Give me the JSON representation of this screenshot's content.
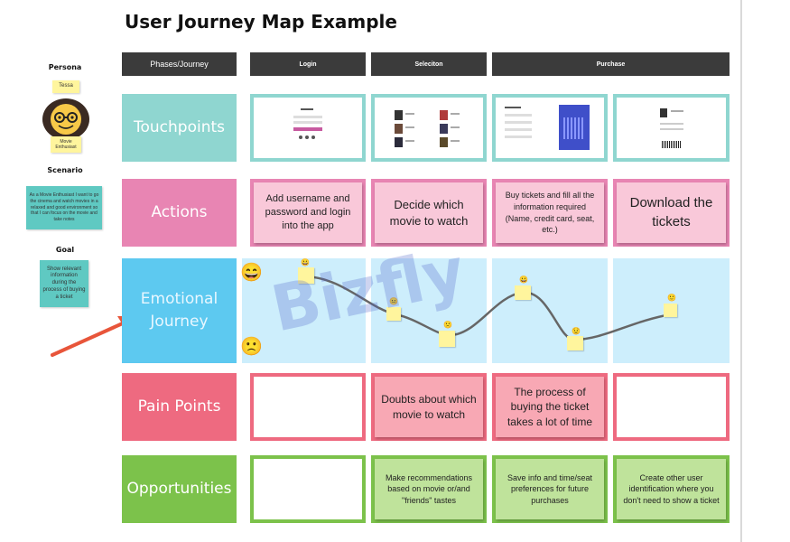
{
  "title": "User Journey Map Example",
  "sidebar": {
    "persona_label": "Persona",
    "persona_name": "Tessa",
    "persona_role": "Movie Enthusiast",
    "scenario_label": "Scenario",
    "scenario_text": "As a Movie Enthusiast I want to go the cinema and watch movies in a relaxed and good environment so that I can focus on the movie and take notes",
    "goal_label": "Goal",
    "goal_text": "Show relevant information during the process of buying a ticket"
  },
  "headers": {
    "phases": "Phases/Journey",
    "login": "Login",
    "selection": "Seleciton",
    "purchase": "Purchase"
  },
  "rows": {
    "touchpoints": "Touchpoints",
    "actions": "Actions",
    "emotional": "Emotional Journey",
    "pain": "Pain Points",
    "opportunities": "Opportunities"
  },
  "actions": [
    "Add username and password and login into the app",
    "Decide which movie to watch",
    "Buy tickets and fill all the information required (Name, credit card, seat, etc.)",
    "Download the tickets"
  ],
  "pain_points": [
    "",
    "Doubts about which movie to watch",
    "The process of buying the ticket takes a lot of time",
    ""
  ],
  "opportunities": [
    "",
    "Make recommendations based on movie or/and \"friends\" tastes",
    "Save info and time/seat preferences for future purchases",
    "Create other user identification where you don't need to show a ticket"
  ],
  "watermark": "Bizfly",
  "colors": {
    "header": "#3b3b3b",
    "touchpoints": "#8fd6d0",
    "actions": "#e885b3",
    "emotional": "#5dc9f0",
    "pain": "#ee6a80",
    "opportunities": "#7cc24b",
    "arrow": "#e8553a"
  },
  "icons": {
    "happy": "grinning-face-icon",
    "sad": "frowning-face-icon",
    "avatar": "persona-avatar-icon",
    "arrow": "red-arrow-icon"
  }
}
